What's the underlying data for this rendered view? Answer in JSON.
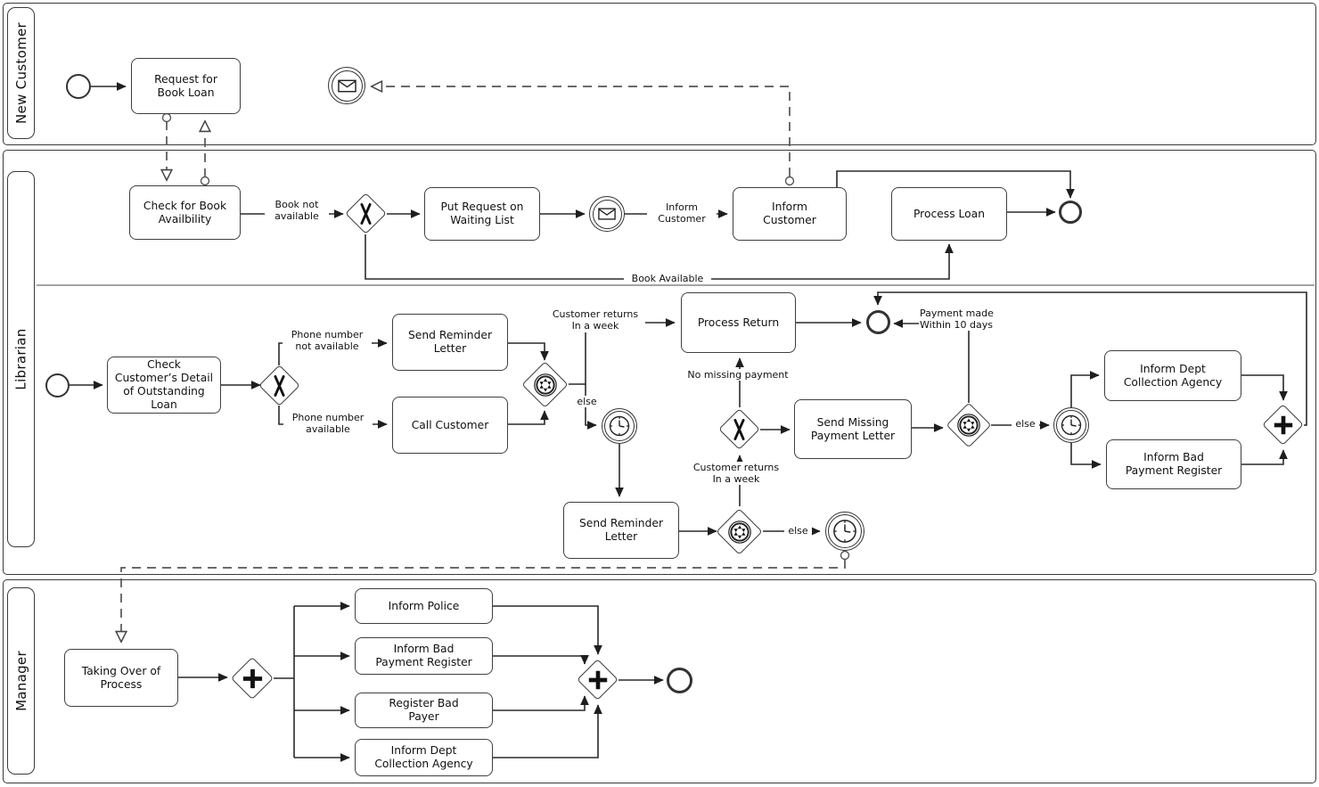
{
  "lanes": {
    "new_customer": "New Customer",
    "librarian": "Librarian",
    "manager": "Manager"
  },
  "tasks": {
    "request_for_book_loan": "Request for\nBook Loan",
    "check_for_book_availability": "Check for Book\nAvailbility",
    "put_request_on_waiting_list": "Put Request on\nWaiting List",
    "inform_customer": "Inform\nCustomer",
    "process_loan": "Process Loan",
    "check_customer_detail": "Check\nCustomer’s Detail\nof Outstanding\nLoan",
    "send_reminder_letter_1": "Send Reminder\nLetter",
    "call_customer": "Call Customer",
    "process_return": "Process Return",
    "send_missing_payment_letter": "Send Missing\nPayment Letter",
    "inform_dept_collection_agency_1": "Inform Dept\nCollection Agency",
    "inform_bad_payment_register_1": "Inform Bad\nPayment Register",
    "send_reminder_letter_2": "Send Reminder\nLetter",
    "taking_over_of_process": "Taking Over of\nProcess",
    "inform_police": "Inform Police",
    "inform_bad_payment_register_2": "Inform Bad\nPayment Register",
    "register_bad_payer": "Register Bad\nPayer",
    "inform_dept_collection_agency_2": "Inform Dept\nCollection Agency"
  },
  "labels": {
    "book_not_available": "Book not\navailable",
    "inform_customer": "Inform\nCustomer",
    "book_available": "Book Available",
    "phone_number_not_available": "Phone number\nnot available",
    "phone_number_available": "Phone number\navailable",
    "customer_returns_in_a_week_1": "Customer returns\nIn a week",
    "else_1": "else",
    "no_missing_payment": "No missing payment",
    "payment_made_within_10_days": "Payment made\nWithin 10 days",
    "customer_returns_in_a_week_2": "Customer returns\nIn a week",
    "else_2": "else",
    "else_3": "else"
  },
  "icons": {
    "message": "envelope",
    "timer": "clock",
    "exclusive_gateway": "X",
    "parallel_gateway": "plus",
    "event_gateway": "star-in-double-circle"
  },
  "colors": {
    "stroke": "#333333",
    "fill": "#ffffff"
  }
}
